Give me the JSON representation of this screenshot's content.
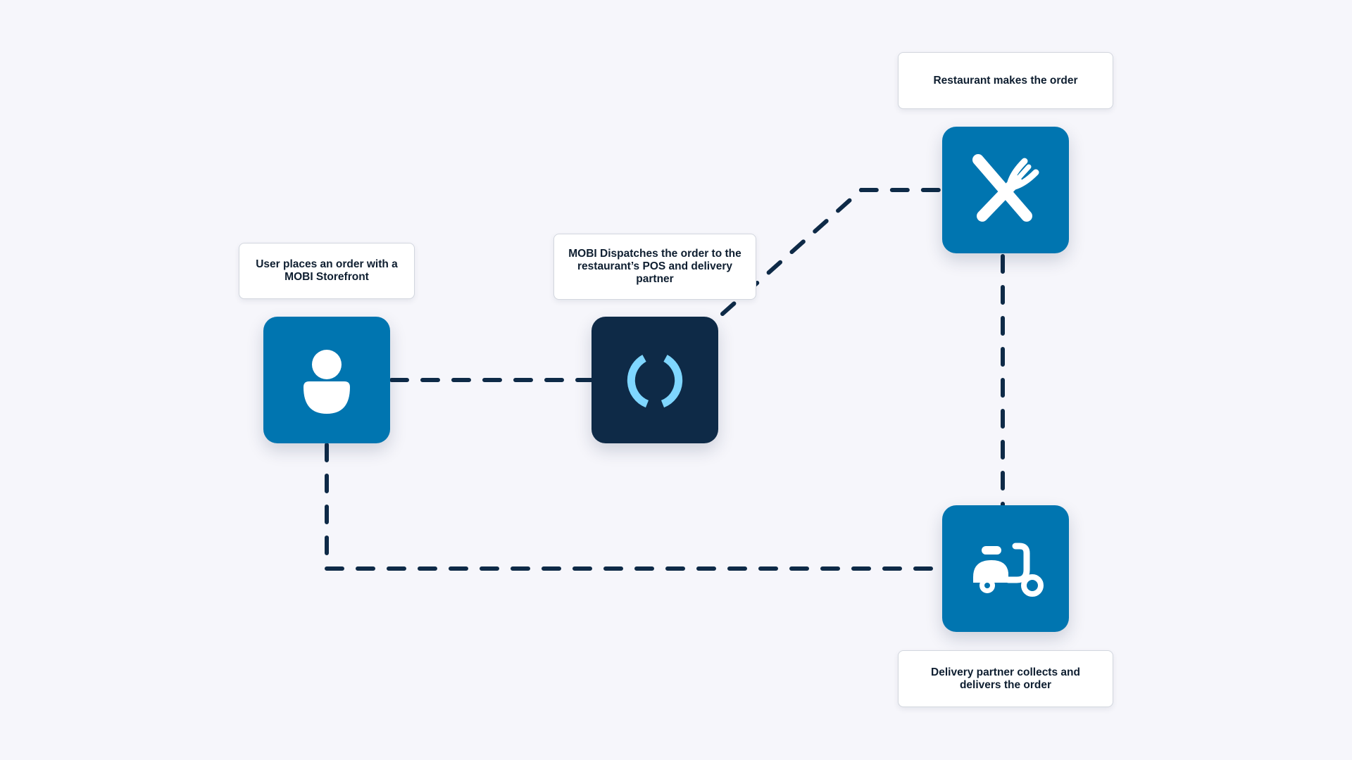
{
  "colors": {
    "background": "#f6f6fb",
    "node_blue": "#0075b0",
    "node_dark": "#0e2a47",
    "connector": "#0e2a47",
    "mobi_ring": "#7fd6ff"
  },
  "steps": [
    {
      "id": "user",
      "label": "User places an order with a MOBI Storefront",
      "icon": "user-icon"
    },
    {
      "id": "mobi",
      "label": "MOBI Dispatches the order to the restaurant’s POS and delivery partner",
      "icon": "mobi-logo-icon"
    },
    {
      "id": "restaurant",
      "label": "Restaurant makes the order",
      "icon": "fork-knife-icon"
    },
    {
      "id": "delivery",
      "label": "Delivery partner collects and delivers the order",
      "icon": "scooter-icon"
    }
  ]
}
